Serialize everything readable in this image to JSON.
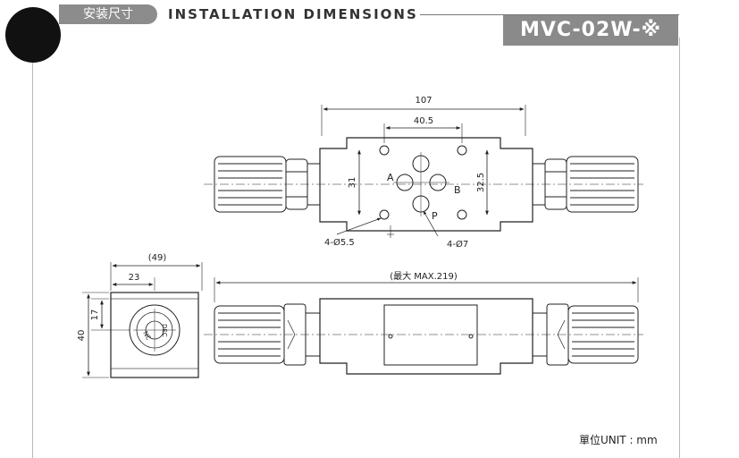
{
  "header": {
    "cn_title": "安装尺寸",
    "en_title": "INSTALLATION DIMENSIONS",
    "model": "MVC-02W-※"
  },
  "top_view": {
    "dims": {
      "overall_width": "107",
      "port_spacing": "40.5",
      "height_left": "31",
      "height_right": "32.5",
      "bolt_holes": "4-Ø5.5",
      "port_holes": "4-Ø7"
    },
    "ports": {
      "a": "A",
      "b": "B",
      "p": "P"
    }
  },
  "side_view": {
    "dims": {
      "overall_height": "(49)",
      "knob_offset": "23",
      "height_17": "17",
      "height_40": "40"
    },
    "knob_text": {
      "nc": "NC",
      "dec": "DEC"
    }
  },
  "front_view": {
    "dims": {
      "max_length": "(最大 MAX.219)"
    }
  },
  "footer": {
    "unit": "單位UNIT : mm"
  }
}
